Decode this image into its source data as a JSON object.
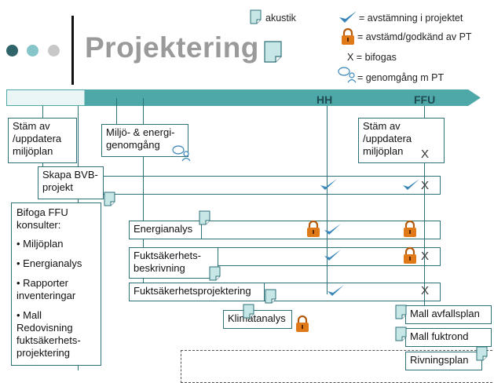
{
  "title": "Projektering",
  "legend": {
    "akustik": "akustik",
    "check": "= avstämning i projektet",
    "lock": "= avstämd/godkänd av PT",
    "x": "X = bifogas",
    "review": "= genomgång m PT"
  },
  "timeline": {
    "stage_hh": "HH",
    "stage_ffu": "FFU"
  },
  "boxes": {
    "stam1": "Stäm av /uppdatera miljöplan",
    "miljo": "Miljö- & energi-genomgång",
    "stam2": "Stäm av /uppdatera miljöplan",
    "bvb": "Skapa BVB-projekt",
    "energi": "Energianalys",
    "fukt_beskr": "Fuktsäkerhets-beskrivning",
    "fukt_proj": "Fuktsäkerhetsprojektering",
    "klimat": "Klimatanalys",
    "avfall": "Mall avfallsplan",
    "fuktrond": "Mall fuktrond",
    "rivning": "Rivningsplan"
  },
  "ffu_box": {
    "heading": "Bifoga FFU konsulter:",
    "items": [
      "• Miljöplan",
      "• Energianalys",
      "• Rapporter inventeringar",
      "• Mall Redovisning fuktsäkerhets-projektering"
    ]
  },
  "marks": {
    "x": "X"
  },
  "colors": {
    "accent": "#4fa8a8",
    "line": "#2d7178",
    "check": "#3a86b8",
    "lock": "#e07a18",
    "title": "#9a9a9a"
  }
}
